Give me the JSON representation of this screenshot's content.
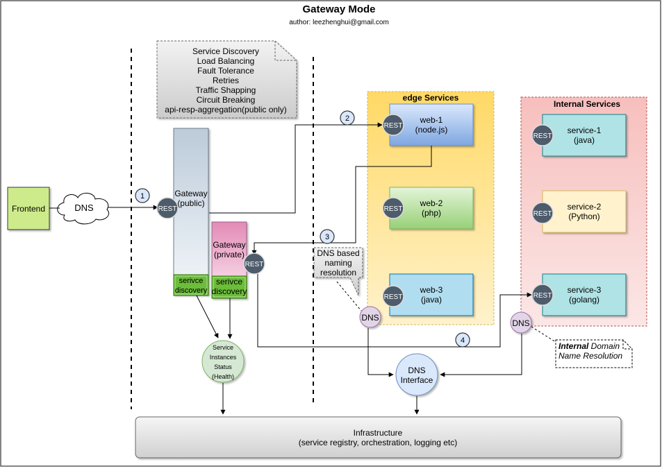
{
  "title": "Gateway Mode",
  "author": "author: leezhenghui@gmail.com",
  "features": [
    "Service Discovery",
    "Load Balancing",
    "Fault Tolerance",
    "Retries",
    "Traffic Shapping",
    "Circuit Breaking",
    "api-resp-aggregation(public only)"
  ],
  "frontend": "Frontend",
  "dns_cloud": "DNS",
  "gateway_public": [
    "Gateway",
    "(public)"
  ],
  "gateway_private": [
    "Gateway",
    "(private)"
  ],
  "service_discovery_public": [
    "serivce",
    "discovery"
  ],
  "service_discovery_private": [
    "serivce",
    "discovery"
  ],
  "rest": "REST",
  "steps": [
    "1",
    "2",
    "3",
    "4"
  ],
  "health": [
    "Service",
    "Instances",
    "Status",
    "(Health)"
  ],
  "edge": {
    "title": "edge Services",
    "services": [
      {
        "name": "web-1",
        "tech": "(node.js)"
      },
      {
        "name": "web-2",
        "tech": "(php)"
      },
      {
        "name": "web-3",
        "tech": "(java)"
      }
    ]
  },
  "internal": {
    "title": "Internal Services",
    "services": [
      {
        "name": "service-1",
        "tech": "(java)"
      },
      {
        "name": "service-2",
        "tech": "(Python)"
      },
      {
        "name": "service-3",
        "tech": "(golang)"
      }
    ]
  },
  "dns_note": [
    "DNS based",
    "naming",
    "resolution"
  ],
  "dns_node": "DNS",
  "dns_interface": [
    "DNS",
    "Interface"
  ],
  "internal_note": {
    "emph": "Internal",
    "rest": " Domain",
    "line2": "Name Resolution"
  },
  "infrastructure": [
    "Infrastructure",
    "(service registry, orchestration, logging etc)"
  ],
  "colors": {
    "edge_fill": "#ffd966",
    "internal_fill": "#f8cecc",
    "rest_fill": "#4d5b6b",
    "web1_fill": "#a9c4eb",
    "web2_fill": "#b9e0a5",
    "web3_fill": "#b1ddf0",
    "svc1_fill": "#b0e3e6",
    "svc2_fill": "#fff2cc",
    "svc3_fill": "#b0e3e6",
    "frontend_fill": "#cdeb8b",
    "gw_public_fill": "#c5d3df",
    "gw_private_fill": "#e6a6c4",
    "discovery_fill": "#6bbd3a",
    "health_fill": "#d5e8d4",
    "dns_node_fill": "#e1d5e7",
    "dns_iface_fill": "#dae8fc",
    "note_fill": "#e6e6e6",
    "infra_fill": "#e6e6e6"
  }
}
